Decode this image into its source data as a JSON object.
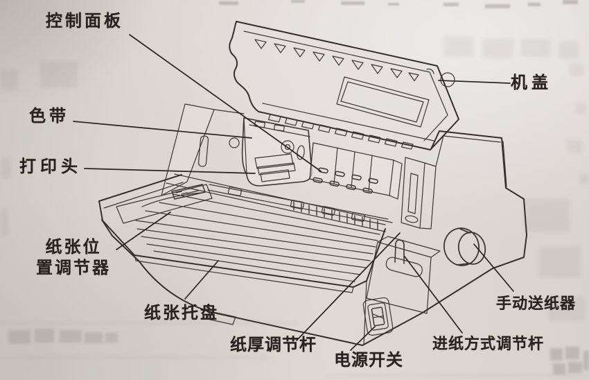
{
  "page": {
    "paper_hex": "#d9d5cf",
    "ink_hex": "#2f2c29"
  },
  "diagram": {
    "labels": {
      "control_panel": "控制面板",
      "cover": "机盖",
      "ribbon": "色带",
      "print_head": "打印头",
      "paper_position_adjuster_line1": "纸张位",
      "paper_position_adjuster_line2": "置调节器",
      "paper_tray": "纸张托盘",
      "paper_thickness_lever": "纸厚调节杆",
      "power_switch": "电源开关",
      "paper_feed_mode_lever": "进纸方式调节杆",
      "manual_sheet_feeder": "手动送纸器"
    }
  }
}
